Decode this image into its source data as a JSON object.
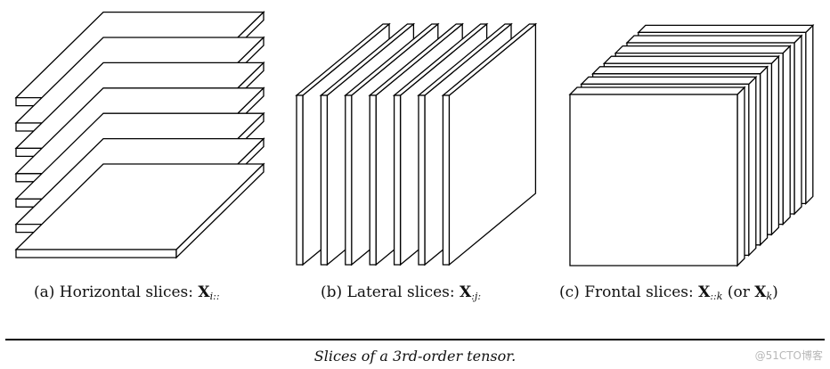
{
  "panels": [
    {
      "id": "a",
      "label": "(a) Horizontal slices:",
      "symbol": "X",
      "subscript": "i::",
      "suffix": ""
    },
    {
      "id": "b",
      "label": "(b) Lateral slices:",
      "symbol": "X",
      "subscript": ":j:",
      "suffix": ""
    },
    {
      "id": "c",
      "label": "(c) Frontal slices:",
      "symbol": "X",
      "subscript": "::k",
      "suffix_open": "(or",
      "symbol2": "X",
      "subscript2": "k",
      "suffix_close": ")"
    }
  ],
  "caption": "Slices of a 3rd-order tensor.",
  "watermark": "@51CTO博客",
  "slice_counts": {
    "horizontal": 7,
    "lateral": 7,
    "frontal": 7
  },
  "colors": {
    "stroke": "#000000",
    "fill": "#ffffff"
  }
}
